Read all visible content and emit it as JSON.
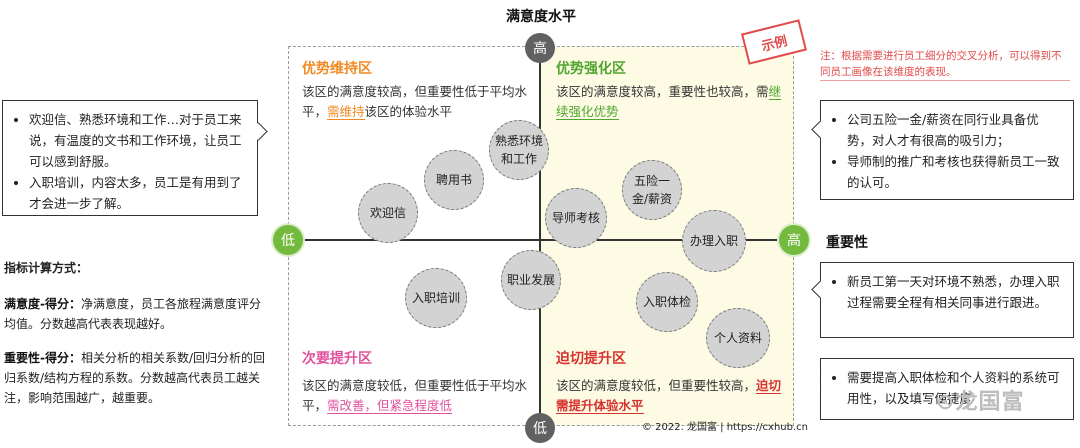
{
  "axes": {
    "y_title": "满意度水平",
    "x_title": "重要性",
    "top": "高",
    "bottom": "低",
    "left": "低",
    "right": "高"
  },
  "stamp": "示例",
  "note": "注：根据需要进行员工细分的交叉分析，可以得到不同员工画像在该维度的表现。",
  "quadrants": {
    "tl": {
      "title": "优势维持区",
      "text_before": "该区的满意度较高，但重要性低于平均水平，",
      "highlight": "需维持",
      "text_after": "该区的体验水平"
    },
    "tr": {
      "title": "优势强化区",
      "text_before": "该区的满意度较高，重要性也较高，需",
      "highlight": "继续强化优势",
      "text_after": ""
    },
    "bl": {
      "title": "次要提升区",
      "text_before": "该区的满意度较低，但重要性低于平均水平，",
      "highlight": "需改善，但紧急程度低",
      "text_after": ""
    },
    "br": {
      "title": "迫切提升区",
      "text_before": "该区的满意度较低，但重要性较高，",
      "highlight": "迫切需提升体验水平",
      "text_after": ""
    }
  },
  "bubbles": [
    "熟悉环境和工作",
    "聘用书",
    "欢迎信",
    "导师考核",
    "五险一金/薪资",
    "办理入职",
    "职业发展",
    "入职培训",
    "入职体检",
    "个人资料"
  ],
  "callouts": {
    "left_top": [
      "欢迎信、熟悉环境和工作…对于员工来说，有温度的文书和工作环境，让员工可以感到舒服。",
      "入职培训，内容太多，员工是有用到了才会进一步了解。"
    ],
    "right_top": [
      "公司五险一金/薪资在同行业具备优势，对人才有很高的吸引力；",
      "导师制的推广和考核也获得新员工一致的认可。"
    ],
    "right_mid": [
      "新员工第一天对环境不熟悉，办理入职过程需要全程有相关同事进行跟进。"
    ],
    "right_bottom": [
      "需要提高入职体检和个人资料的系统可用性，以及填写便捷度"
    ]
  },
  "metrics": {
    "heading": "指标计算方式：",
    "sat_label": "满意度-得分：",
    "sat_text": "净满意度，员工各旅程满意度评分均值。分数越高代表表现越好。",
    "imp_label": "重要性-得分：",
    "imp_text": "相关分析的相关系数/回归分析的回归系数/结构方程的系数。分数越高代表员工越关注，影响范围越广，越重要。"
  },
  "credit": "© 2022. 龙国富 | https://cxhub.cn",
  "logo": "龙国富",
  "colors": {
    "green": "#74ba3f",
    "orange": "#f08a24",
    "pink": "#e0529c",
    "red": "#d8322e",
    "stamp": "#e04a4a"
  }
}
